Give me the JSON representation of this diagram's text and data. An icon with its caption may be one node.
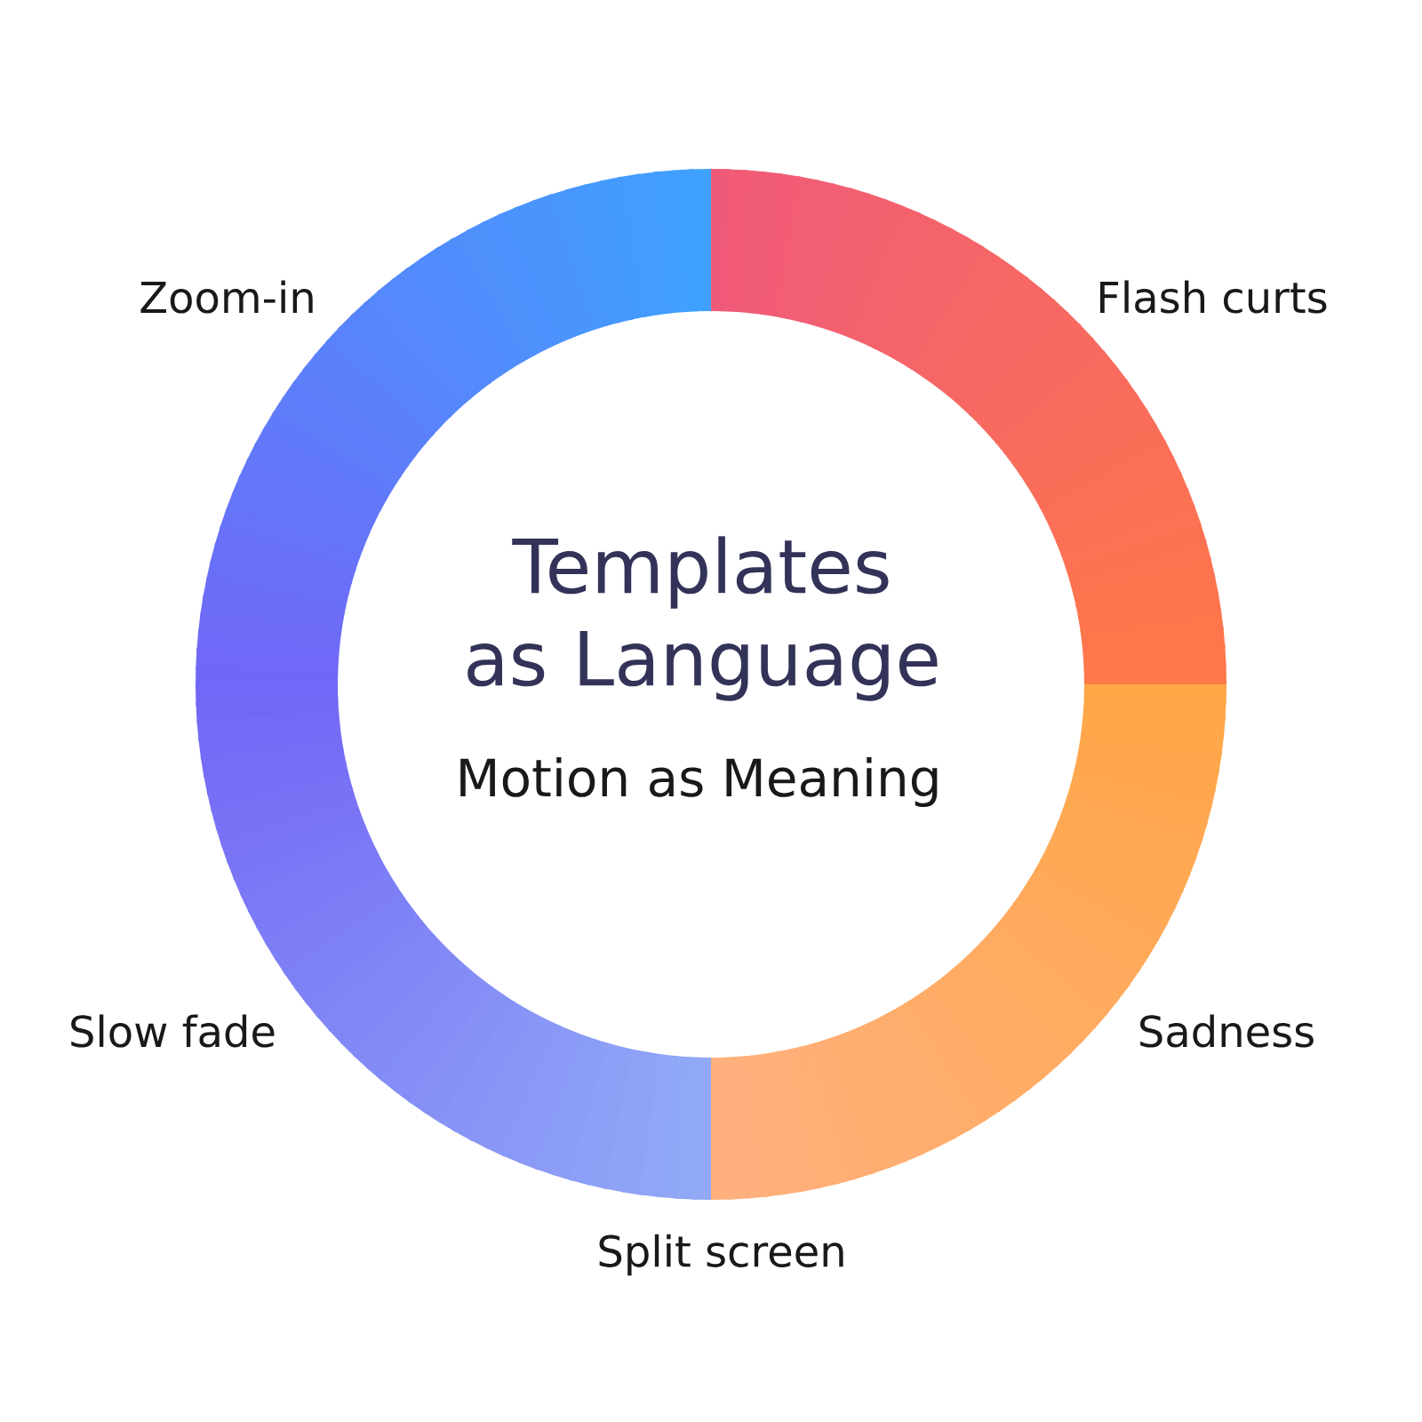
{
  "diagram": {
    "title": "Templates as Language",
    "labels": [
      "Motion as Meaning",
      "Zoom-in",
      "Flash curts",
      "Slow fade",
      "Sadness",
      "Split screen"
    ]
  }
}
